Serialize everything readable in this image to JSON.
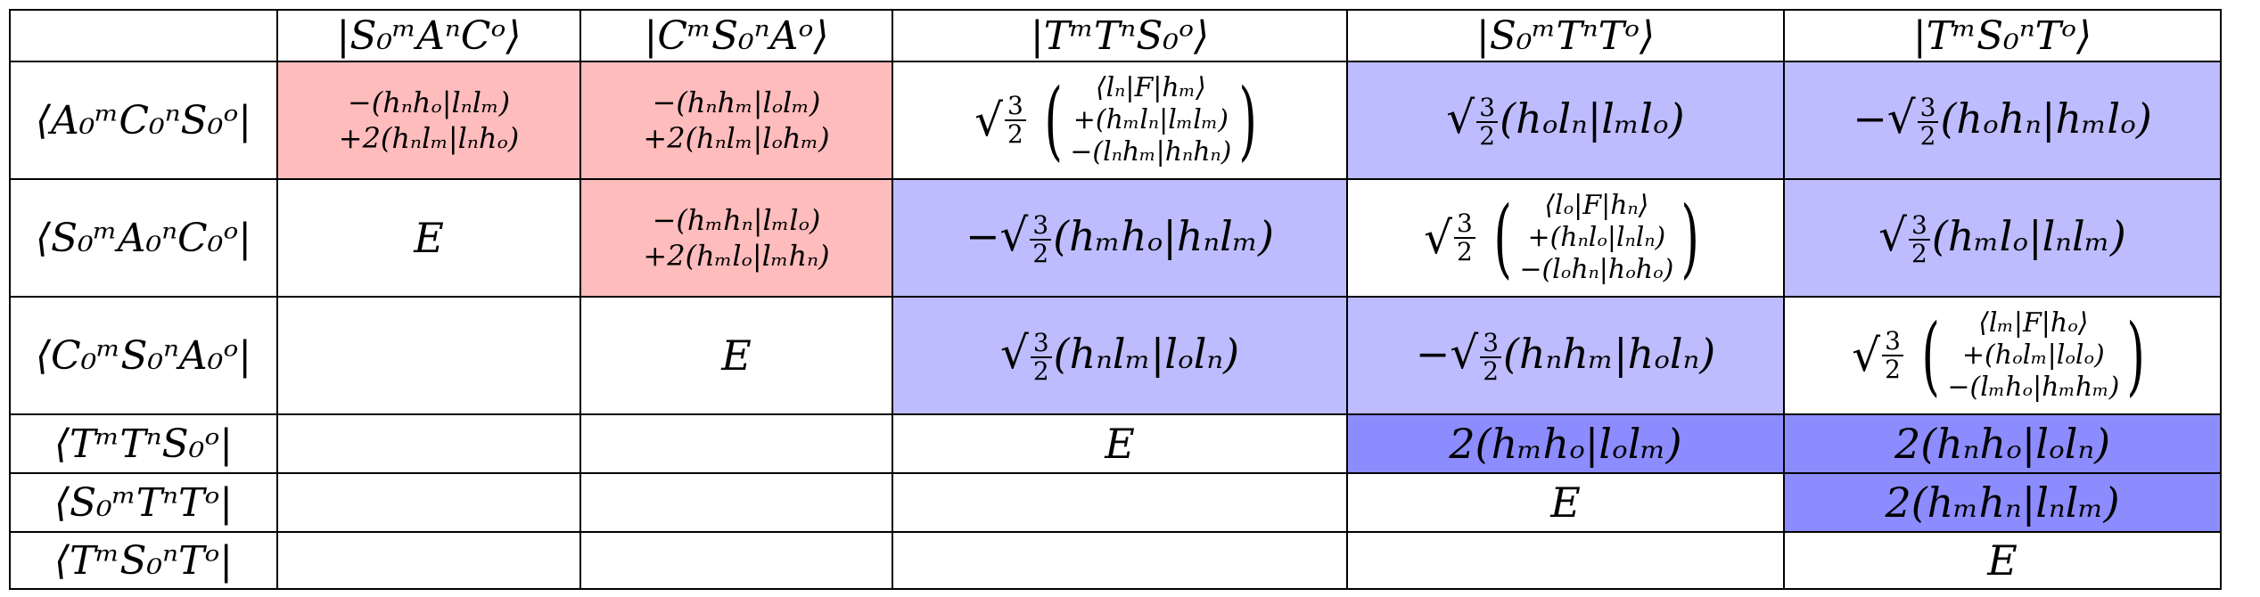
{
  "table": {
    "column_headers": [
      "",
      "|S₀ᵐAⁿCᵒ⟩",
      "|CᵐS₀ⁿAᵒ⟩",
      "|TᵐTⁿS₀ᵒ⟩",
      "|S₀ᵐTⁿTᵒ⟩",
      "|TᵐS₀ⁿTᵒ⟩"
    ],
    "row_headers": [
      "⟨A₀ᵐC₀ⁿS₀ᵒ|",
      "⟨S₀ᵐA₀ⁿC₀ᵒ|",
      "⟨C₀ᵐS₀ⁿA₀ᵒ|",
      "⟨TᵐTⁿS₀ᵒ|",
      "⟨S₀ᵐTⁿTᵒ|",
      "⟨TᵐS₀ⁿTᵒ|"
    ],
    "cells": {
      "r1c1": [
        "−(hₙhₒ|lₙlₘ)",
        "+2(hₙlₘ|lₙhₒ)"
      ],
      "r1c2": [
        "−(hₙhₘ|lₒlₘ)",
        "+2(hₙlₘ|lₒhₘ)"
      ],
      "r1c3": [
        "⟨lₙ|F|hₘ⟩",
        "+(hₘlₙ|lₘlₘ)",
        "−(lₙhₘ|hₙhₙ)"
      ],
      "r1c4": "(hₒlₙ|lₘlₒ)",
      "r1c5": "(hₒhₙ|hₘlₒ)",
      "r2c1": "E",
      "r2c2": [
        "−(hₘhₙ|lₘlₒ)",
        "+2(hₘlₒ|lₘhₙ)"
      ],
      "r2c3": "(hₘhₒ|hₙlₘ)",
      "r2c4": [
        "⟨lₒ|F|hₙ⟩",
        "+(hₙlₒ|lₙlₙ)",
        "−(lₒhₙ|hₒhₒ)"
      ],
      "r2c5": "(hₘlₒ|lₙlₘ)",
      "r3c2": "E",
      "r3c3": "(hₙlₘ|lₒlₙ)",
      "r3c4": "(hₙhₘ|hₒlₙ)",
      "r3c5": [
        "⟨lₘ|F|hₒ⟩",
        "+(hₒlₘ|lₒlₒ)",
        "−(lₘhₒ|hₘhₘ)"
      ],
      "r4c3": "E",
      "r4c4": "2(hₘhₒ|lₒlₘ)",
      "r4c5": "2(hₙhₒ|lₒlₙ)",
      "r5c4": "E",
      "r5c5": "2(hₘhₙ|lₙlₘ)",
      "r6c5": "E"
    },
    "sqrt_prefix": "√",
    "frac_num": "3",
    "frac_den": "2",
    "neg_sign": "−"
  },
  "colors": {
    "pink": "#ffbcbc",
    "lavender": "#bcbcff",
    "blue": "#8c8cff"
  }
}
